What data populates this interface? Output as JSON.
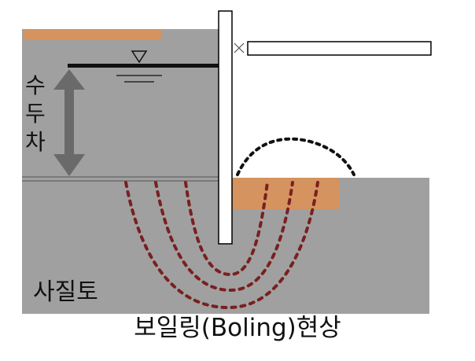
{
  "labels": {
    "head_difference": "수두차",
    "soil_type": "사질토",
    "caption": "보일링(Boling)현상"
  },
  "colors": {
    "soil": "#a0a0a0",
    "sand_patch": "#d4935f",
    "flow_path": "#7a1f1f",
    "water_line": "#111111",
    "arrow": "#6a6a6a",
    "wall_fill": "#ffffff",
    "wall_stroke": "#000000"
  },
  "icons": {
    "water_level": "inverted-triangle-water-level-icon",
    "strut_joint": "x-mark-hinge-icon"
  }
}
